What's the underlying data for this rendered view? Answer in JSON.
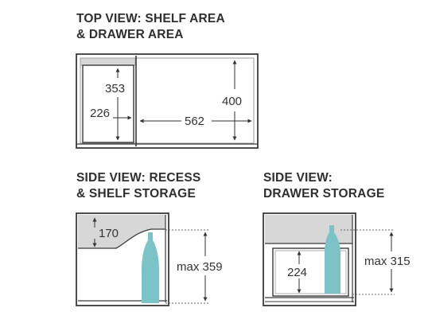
{
  "top_view": {
    "heading_line1": "TOP VIEW: SHELF AREA",
    "heading_line2": "& DRAWER AREA",
    "dim_depth_small": "353",
    "dim_width_small": "226",
    "dim_depth_large": "400",
    "dim_width_large": "562"
  },
  "side_recess": {
    "heading_line1": "SIDE VIEW: RECESS",
    "heading_line2": "& SHELF STORAGE",
    "dim_recess": "170",
    "dim_max": "max 359"
  },
  "side_drawer": {
    "heading_line1": "SIDE VIEW:",
    "heading_line2": "DRAWER STORAGE",
    "dim_inner": "224",
    "dim_max": "max 315"
  },
  "colors": {
    "bottle": "#7cc3c7",
    "cabinet_fill": "#d7d7d7",
    "line": "#3a3a3a"
  }
}
